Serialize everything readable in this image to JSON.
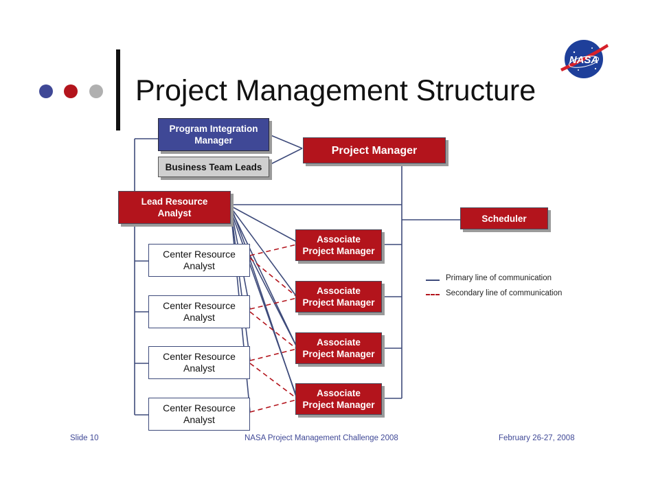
{
  "slide": {
    "title": "Project Management Structure",
    "logo": {
      "text": "NASA",
      "icon": "nasa-meatball-logo"
    },
    "bullet_dots": [
      "#3f4896",
      "#b3141c",
      "#b0b0b0"
    ],
    "accent_bar_color": "#111111"
  },
  "nodes": {
    "program_integration_manager": "Program Integration\nManager",
    "business_team_leads": "Business Team Leads",
    "project_manager": "Project Manager",
    "lead_resource_analyst": "Lead Resource\nAnalyst",
    "scheduler": "Scheduler",
    "associate_pms": [
      "Associate\nProject Manager",
      "Associate\nProject Manager",
      "Associate\nProject Manager",
      "Associate\nProject Manager"
    ],
    "center_resource_analysts": [
      "Center Resource\nAnalyst",
      "Center Resource\nAnalyst",
      "Center Resource\nAnalyst",
      "Center Resource\nAnalyst"
    ]
  },
  "legend": {
    "primary": "Primary line of communication",
    "secondary": "Secondary line of communication",
    "primary_color": "#3d4a7a",
    "secondary_color": "#b3141c"
  },
  "footer": {
    "slide_number": "Slide 10",
    "event": "NASA Project Management Challenge 2008",
    "date": "February 26-27, 2008"
  }
}
